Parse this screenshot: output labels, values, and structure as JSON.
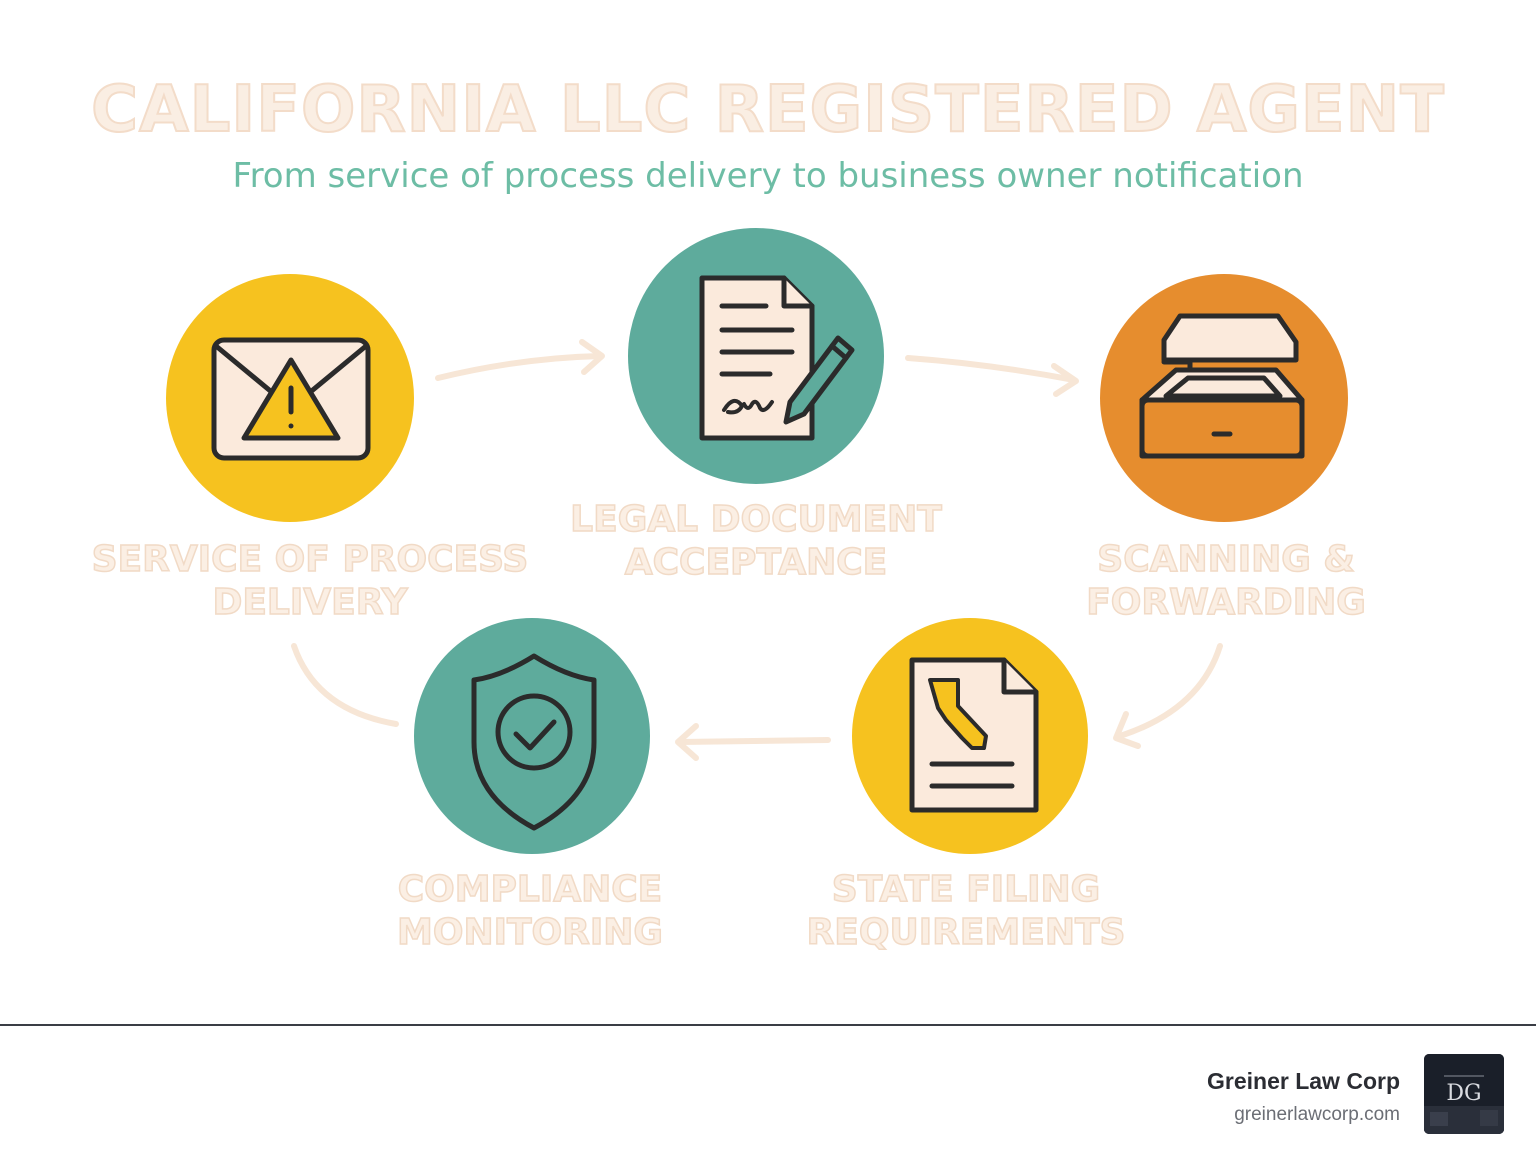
{
  "header": {
    "title": "CALIFORNIA LLC REGISTERED AGENT",
    "subtitle": "From service of process delivery to business owner notification"
  },
  "steps": [
    {
      "label_line1": "SERVICE OF PROCESS",
      "label_line2": "DELIVERY",
      "icon": "warning-envelope-icon",
      "color": "#f6c21f"
    },
    {
      "label_line1": "LEGAL DOCUMENT",
      "label_line2": "ACCEPTANCE",
      "icon": "signed-document-icon",
      "color": "#5eab9c"
    },
    {
      "label_line1": "SCANNING &",
      "label_line2": "FORWARDING",
      "icon": "scanner-icon",
      "color": "#e68d2e"
    },
    {
      "label_line1": "STATE FILING",
      "label_line2": "REQUIREMENTS",
      "icon": "california-document-icon",
      "color": "#f6c21f"
    },
    {
      "label_line1": "COMPLIANCE",
      "label_line2": "MONITORING",
      "icon": "shield-check-icon",
      "color": "#5eab9c"
    }
  ],
  "colors": {
    "icon_fill": "#fbeadc",
    "outline": "#2b2b2b",
    "arrow": "#f7e6d6"
  },
  "footer": {
    "brand_name": "Greiner Law Corp",
    "brand_url": "greinerlawcorp.com",
    "logo_text": "DG"
  }
}
